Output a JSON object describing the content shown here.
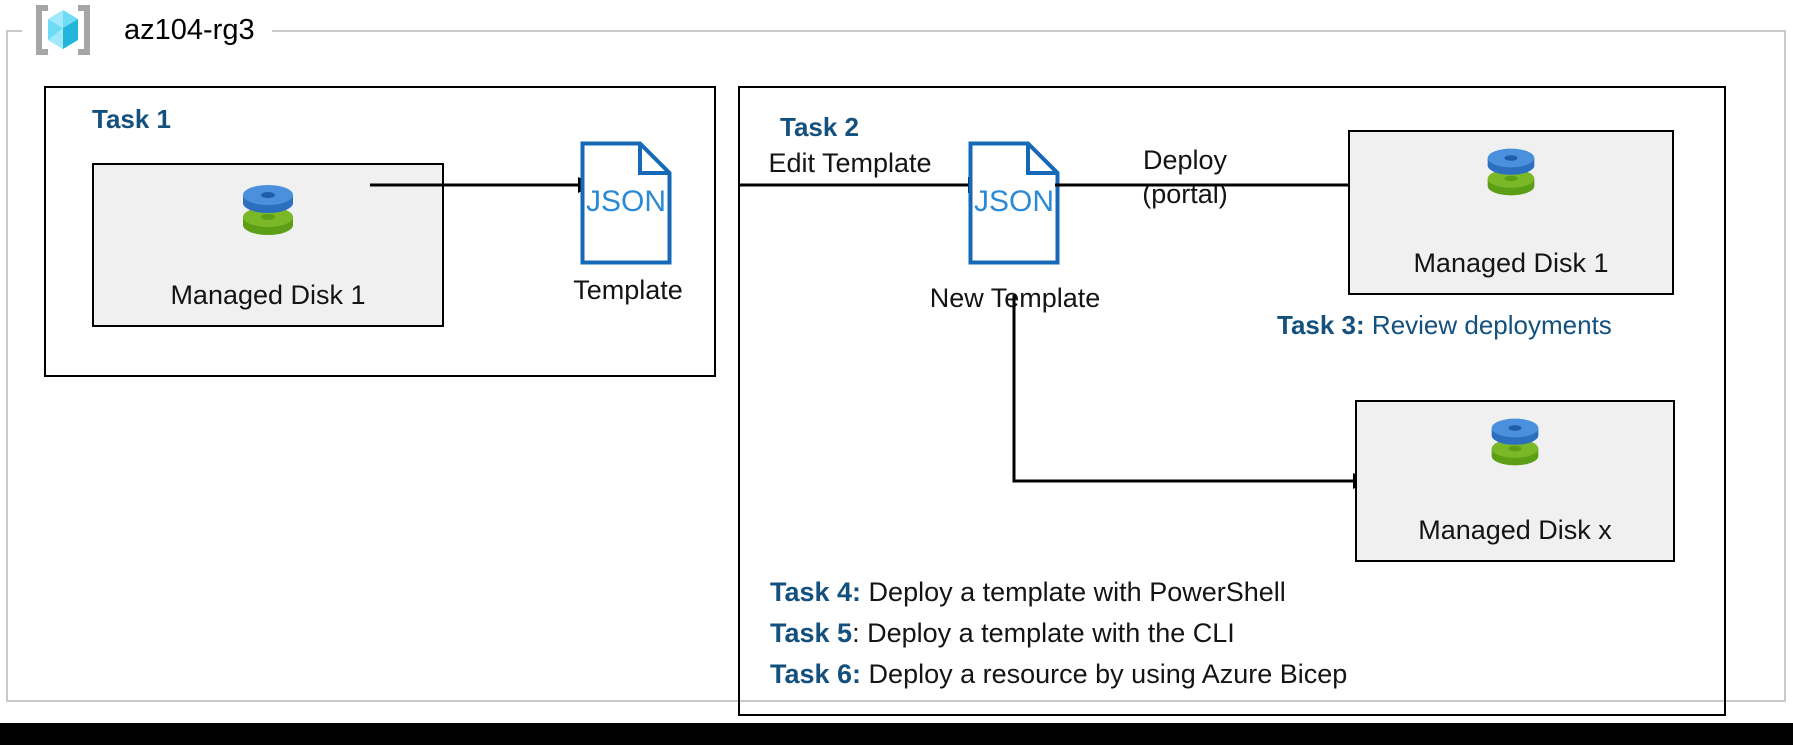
{
  "resource_group": {
    "name": "az104-rg3",
    "icon": "azure-resource-group-cube-icon"
  },
  "task1": {
    "heading": "Task 1",
    "disk": {
      "label": "Managed Disk 1",
      "icon": "managed-disk-icon"
    },
    "template": {
      "doc_text": "JSON",
      "caption": "Template",
      "icon": "json-document-icon"
    },
    "arrow_to_template": "export-arrow"
  },
  "task2": {
    "heading": "Task 2",
    "edge_label_edit": "Edit Template",
    "new_template": {
      "doc_text": "JSON",
      "caption": "New Template",
      "icon": "json-document-icon"
    },
    "edge_label_deploy_line1": "Deploy",
    "edge_label_deploy_line2": "(portal)",
    "deployed_disk_1": {
      "label": "Managed Disk 1",
      "icon": "managed-disk-icon"
    },
    "deployed_disk_x": {
      "label": "Managed Disk x",
      "icon": "managed-disk-icon"
    }
  },
  "task3": {
    "key": "Task 3:",
    "description": " Review deployments"
  },
  "task_notes": [
    {
      "key": "Task 4:",
      "colon_in_key": true,
      "description": " Deploy a template with PowerShell"
    },
    {
      "key": "Task 5",
      "colon_in_key": false,
      "separator": ": ",
      "description": "Deploy a template with the CLI"
    },
    {
      "key": "Task 6:",
      "colon_in_key": true,
      "description": " Deploy a resource by using Azure Bicep"
    }
  ],
  "colors": {
    "task_heading_blue": "#13507e",
    "json_outline_blue": "#1668b8",
    "json_text_blue": "#2b8ad6",
    "disk_blue": "#4a90dd",
    "disk_green": "#7ab828",
    "resource_box_fill": "#f0f0f0",
    "rg_border_gray": "#c9c9c9",
    "cube_light_cyan": "#9fe9fb",
    "cube_cyan": "#3ecff0",
    "cube_dark_cyan": "#22b6dd",
    "bracket_gray": "#a6a6a6",
    "text_black": "#141414"
  }
}
